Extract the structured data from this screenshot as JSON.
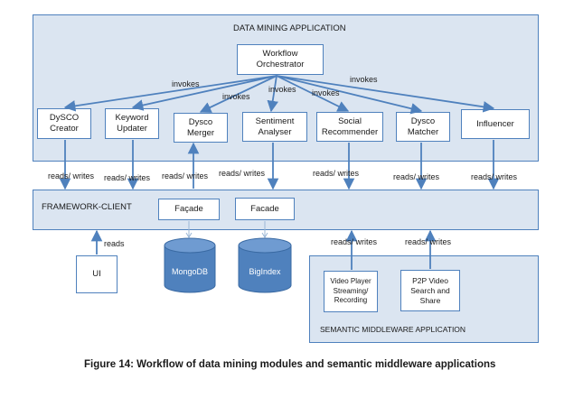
{
  "app": {
    "title": "DATA MINING APPLICATION"
  },
  "orchestrator": {
    "line1": "Workflow",
    "line2": "Orchestrator"
  },
  "invokes_label": "invokes",
  "modules": [
    {
      "line1": "DySCO",
      "line2": "Creator"
    },
    {
      "line1": "Keyword",
      "line2": "Updater"
    },
    {
      "line1": "Dysco",
      "line2": "Merger"
    },
    {
      "line1": "Sentiment",
      "line2": "Analyser"
    },
    {
      "line1": "Social",
      "line2": "Recommender"
    },
    {
      "line1": "Dysco",
      "line2": "Matcher"
    },
    {
      "line1": "Influencer",
      "line2": ""
    }
  ],
  "reads_writes_label": "reads/ writes",
  "reads_label": "reads",
  "framework": {
    "title": "FRAMEWORK-CLIENT",
    "facade1": "Façade",
    "facade2": "Facade"
  },
  "databases": {
    "mongodb": "MongoDB",
    "bigindex": "BigIndex"
  },
  "ui": {
    "label": "UI"
  },
  "semantic": {
    "title": "SEMANTIC MIDDLEWARE APPLICATION",
    "video_player": {
      "line1": "Video Player",
      "line2": "Streaming/",
      "line3": "Recording"
    },
    "p2p_video": {
      "line1": "P2P Video",
      "line2": "Search and",
      "line3": "Share"
    }
  },
  "caption": "Figure 14: Workflow of data mining modules and semantic middleware applications",
  "colors": {
    "panel_fill": "#dbe5f1",
    "border": "#4f81bd",
    "cylinder": "#4f81bd",
    "arrow": "#4f81bd"
  }
}
